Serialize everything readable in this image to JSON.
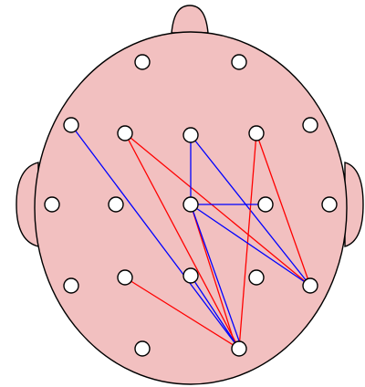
{
  "colors": {
    "head_fill": "#f2c0c0",
    "outline": "#000000",
    "electrode_fill": "#ffffff",
    "connection_positive": "#ff0000",
    "connection_negative": "#0000ff"
  },
  "electrodes": [
    {
      "id": "e1"
    },
    {
      "id": "e2"
    },
    {
      "id": "e3"
    },
    {
      "id": "e4"
    },
    {
      "id": "e5"
    },
    {
      "id": "e6"
    },
    {
      "id": "e7"
    },
    {
      "id": "e8"
    },
    {
      "id": "e9"
    },
    {
      "id": "e10"
    },
    {
      "id": "e11"
    },
    {
      "id": "e12"
    },
    {
      "id": "e13"
    },
    {
      "id": "e14"
    },
    {
      "id": "e15"
    },
    {
      "id": "e16"
    },
    {
      "id": "e17"
    },
    {
      "id": "e18"
    },
    {
      "id": "e19"
    }
  ],
  "connections": [
    {
      "from": "e3",
      "to": "e19",
      "color": "blue"
    },
    {
      "from": "e4",
      "to": "e19",
      "color": "red"
    },
    {
      "from": "e4",
      "to": "e17",
      "color": "red"
    },
    {
      "from": "e5",
      "to": "e10",
      "color": "blue"
    },
    {
      "from": "e5",
      "to": "e17",
      "color": "blue"
    },
    {
      "from": "e6",
      "to": "e19",
      "color": "red"
    },
    {
      "from": "e6",
      "to": "e17",
      "color": "red"
    },
    {
      "from": "e10",
      "to": "e19",
      "color": "red"
    },
    {
      "from": "e10",
      "to": "e19",
      "color": "blue"
    },
    {
      "from": "e10",
      "to": "e17",
      "color": "blue"
    },
    {
      "from": "e11",
      "to": "e10",
      "color": "blue"
    },
    {
      "from": "e15",
      "to": "e19",
      "color": "blue"
    },
    {
      "from": "e14",
      "to": "e19",
      "color": "red"
    }
  ]
}
